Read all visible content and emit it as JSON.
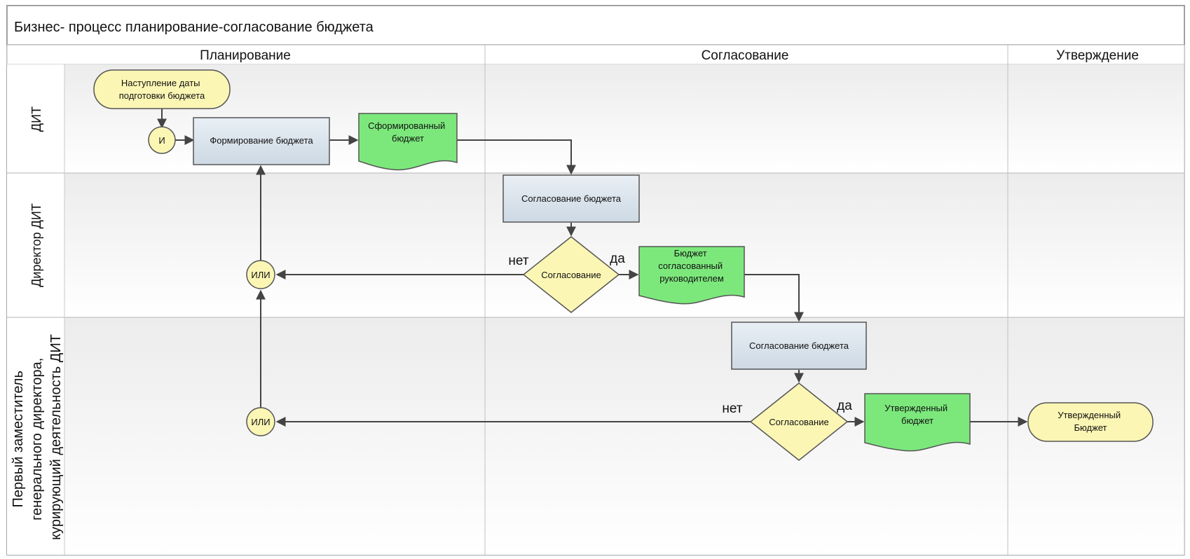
{
  "title": "Бизнес- процесс планирование-согласование бюджета",
  "phases": [
    {
      "id": "planning",
      "label": "Планирование"
    },
    {
      "id": "approval",
      "label": "Согласование"
    },
    {
      "id": "ratification",
      "label": "Утверждение"
    }
  ],
  "lanes": [
    {
      "id": "dit",
      "lines": [
        "ДИТ"
      ]
    },
    {
      "id": "director",
      "lines": [
        "Директор ДИТ"
      ]
    },
    {
      "id": "deputy",
      "lines": [
        "Первый заместитель",
        "генерального директора,",
        "курирующий деятельность ДИТ"
      ]
    }
  ],
  "nodes": {
    "start_event": {
      "lines": [
        "Наступление даты",
        "подготовки бюджета"
      ]
    },
    "and_gateway": {
      "label": "И"
    },
    "form_budget": {
      "lines": [
        "Формирование бюджета"
      ]
    },
    "formed_budget_doc": {
      "lines": [
        "Сформированный",
        "бюджет"
      ]
    },
    "approve_budget_1": {
      "lines": [
        "Согласование бюджета"
      ]
    },
    "decision_1": {
      "lines": [
        "Согласование"
      ]
    },
    "or_gateway_1": {
      "label": "ИЛИ"
    },
    "approved_by_head_doc": {
      "lines": [
        "Бюджет",
        "согласованный",
        "руководителем"
      ]
    },
    "approve_budget_2": {
      "lines": [
        "Согласование бюджета"
      ]
    },
    "decision_2": {
      "lines": [
        "Согласование"
      ]
    },
    "or_gateway_2": {
      "label": "ИЛИ"
    },
    "ratified_budget_doc": {
      "lines": [
        "Утвержденный",
        "бюджет"
      ]
    },
    "end_event": {
      "lines": [
        "Утвержденный",
        "Бюджет"
      ]
    }
  },
  "edge_labels": {
    "decision_1_no": "нет",
    "decision_1_yes": "да",
    "decision_2_no": "нет",
    "decision_2_yes": "да"
  },
  "colors": {
    "task_fill": "#dde6ee",
    "document_fill": "#7ce87c",
    "event_fill": "#fbf6b4",
    "stroke": "#555555",
    "lane_band": "#f2f2f2"
  }
}
